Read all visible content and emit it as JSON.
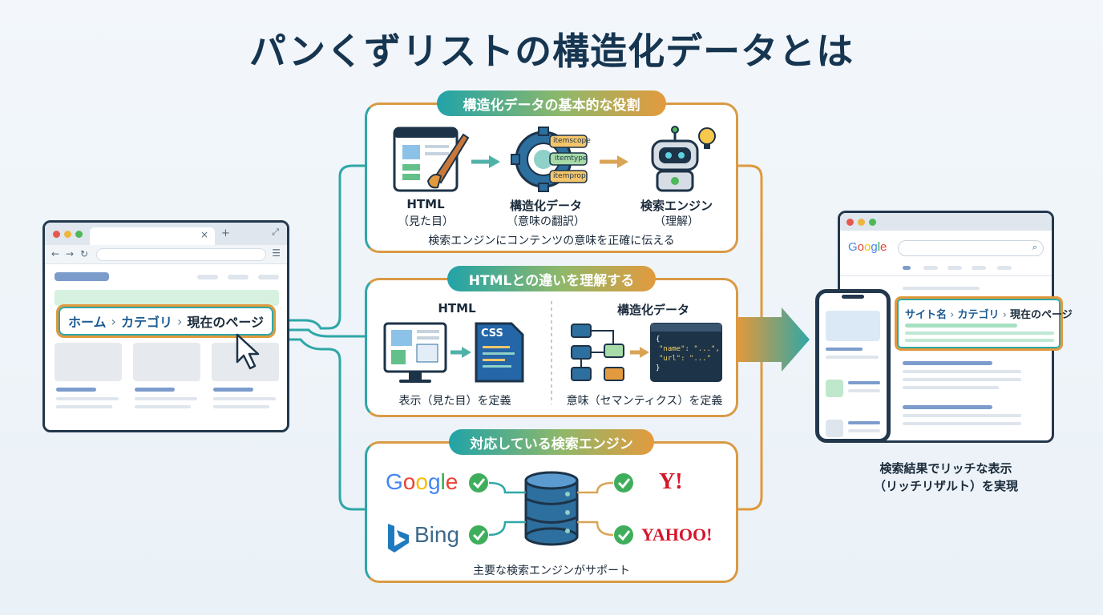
{
  "title": "パンくずリストの構造化データとは",
  "left_browser": {
    "breadcrumb": {
      "home": "ホーム",
      "separator": "›",
      "category": "カテゴリ",
      "current": "現在のページ"
    }
  },
  "panel_role": {
    "heading": "構造化データの基本的な役割",
    "steps": [
      {
        "label": "HTML",
        "sub": "（見た目）"
      },
      {
        "label": "構造化データ",
        "sub": "（意味の翻訳）"
      },
      {
        "label": "検索エンジン",
        "sub": "（理解）"
      }
    ],
    "tags": [
      "itemscope",
      "itemtype",
      "itemprop"
    ],
    "note": "検索エンジンにコンテンツの意味を正確に伝える"
  },
  "panel_diff": {
    "heading": "HTMLとの違いを理解する",
    "left_title": "HTML",
    "right_title": "構造化データ",
    "css_label": "CSS",
    "code": [
      "{",
      "\"name\": \"...\",",
      "\"url\": \"...\"",
      "}"
    ],
    "left_note": "表示（見た目）を定義",
    "right_note": "意味（セマンティクス）を定義"
  },
  "panel_engines": {
    "heading": "対応している検索エンジン",
    "engines": [
      "Google",
      "Bing",
      "Y!",
      "YAHOO!"
    ],
    "note": "主要な検索エンジンがサポート"
  },
  "right_result": {
    "search_logo": "Google",
    "breadcrumb": {
      "site": "サイト名",
      "separator": "›",
      "category": "カテゴリ",
      "current": "現在のページ"
    },
    "caption_line1": "検索結果でリッチな表示",
    "caption_line2": "（リッチリザルト）を実現"
  },
  "colors": {
    "teal": "#2fa7a7",
    "orange": "#e0993d",
    "navy": "#163550"
  }
}
